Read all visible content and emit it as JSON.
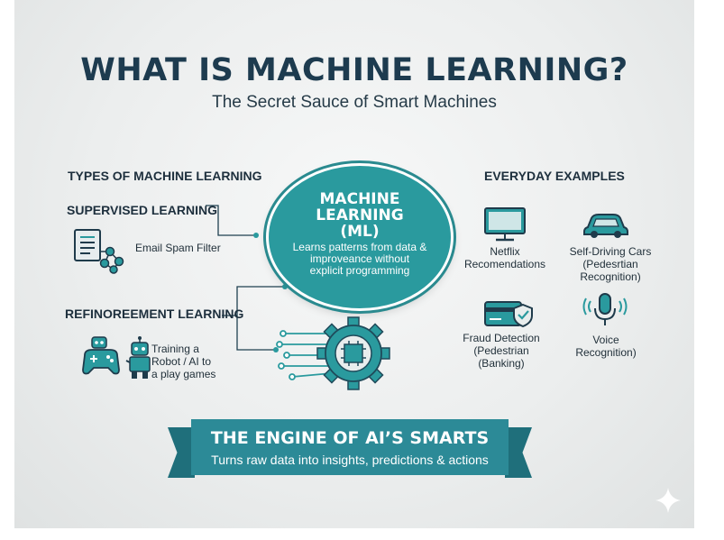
{
  "title": "WHAT IS MACHINE LEARNING?",
  "subtitle": "The Secret Sauce of Smart Machines",
  "left": {
    "heading": "TYPES OF MACHINE LEARNING",
    "supervised": {
      "label": "SUPERVISED LEARNING",
      "example": "Email Spam Filter",
      "icon": "document-network-icon"
    },
    "reinforcement": {
      "label": "REFINOREEMENT LEARNING",
      "example_lines": [
        "Training a",
        "Robot / AI to",
        "a play games"
      ],
      "icon": "gamepad-robot-icon"
    }
  },
  "center": {
    "title_lines": [
      "MACHINE",
      "LEARNING",
      "(ML)"
    ],
    "desc_lines": [
      "Learns patterns from data &",
      "improveance without",
      "explicit programming"
    ],
    "gear_icon": "circuit-gear-icon"
  },
  "right": {
    "heading": "EVERYDAY EXAMPLES",
    "items": [
      {
        "lines": [
          "Netflix",
          "Recomendations"
        ],
        "icon": "monitor-icon"
      },
      {
        "lines": [
          "Self-Driving Cars",
          "(Pedesrtian",
          "Recognition)"
        ],
        "icon": "car-icon"
      },
      {
        "lines": [
          "Fraud Detection",
          "(Pedestrian",
          "(Banking)"
        ],
        "icon": "credit-card-shield-icon"
      },
      {
        "lines": [
          "Voice",
          "Recognition)"
        ],
        "icon": "microphone-icon"
      }
    ]
  },
  "banner": {
    "title": "THE ENGINE OF AI’S SMARTS",
    "subtitle": "Turns raw data into insights, predictions & actions"
  },
  "colors": {
    "navy": "#1d3b4f",
    "teal": "#2a9a9e",
    "banner": "#2c8a97",
    "banner_dark": "#1f6f7b"
  }
}
